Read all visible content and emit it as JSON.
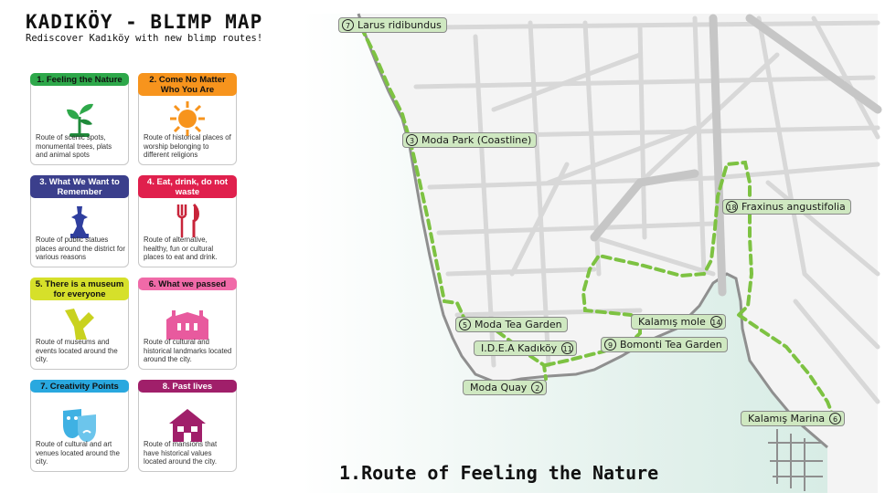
{
  "header": {
    "title": "KADIKÖY - BLIMP MAP",
    "subtitle": "Rediscover Kadıköy with new blimp routes!"
  },
  "routes": [
    {
      "title": "1. Feeling the Nature",
      "desc": "Route of scenic spots, monumental trees, plats and animal spots",
      "color": "#2ea84a",
      "text_color": "#111111",
      "icon": "sprout-icon"
    },
    {
      "title": "2. Come No Matter Who You Are",
      "desc": "Route of historical places of worship belonging to different religions",
      "color": "#f7941d",
      "text_color": "#111111",
      "icon": "sun-icon"
    },
    {
      "title": "3. What We Want to Remember",
      "desc": "Route of public statues places around the district for various reasons",
      "color": "#3b3f8c",
      "text_color": "#ffffff",
      "icon": "statue-icon"
    },
    {
      "title": "4. Eat, drink, do not waste",
      "desc": "Route of alternative, healthy, fun or cultural places to eat and drink.",
      "color": "#e0204d",
      "text_color": "#ffffff",
      "icon": "fork-knife-icon"
    },
    {
      "title": "5. There is a museum for everyone",
      "desc": "Route of museums and events located around the city.",
      "color": "#d6e02a",
      "text_color": "#111111",
      "icon": "museum-sculpture-icon"
    },
    {
      "title": "6. What we passed",
      "desc": "Route of cultural and historical landmarks located around the city.",
      "color": "#f06aa8",
      "text_color": "#111111",
      "icon": "landmark-building-icon"
    },
    {
      "title": "7. Creativity Points",
      "desc": "Route of cultural and art venues located around the city.",
      "color": "#29a8df",
      "text_color": "#111111",
      "icon": "theater-masks-icon"
    },
    {
      "title": "8. Past lives",
      "desc": "Route of mansions that have historical values located around the city.",
      "color": "#a01f6a",
      "text_color": "#ffffff",
      "icon": "mansion-house-icon"
    }
  ],
  "map": {
    "route_color": "#7dc242",
    "places": [
      {
        "num": "7",
        "name": "Larus ridibundus"
      },
      {
        "num": "3",
        "name": "Moda Park (Coastline)"
      },
      {
        "num": "18",
        "name": "Fraxinus angustifolia"
      },
      {
        "num": "5",
        "name": "Moda Tea Garden"
      },
      {
        "num": "14",
        "name": "Kalamış mole"
      },
      {
        "num": "11",
        "name": "I.D.E.A Kadıköy"
      },
      {
        "num": "9",
        "name": "Bomonti Tea Garden"
      },
      {
        "num": "2",
        "name": "Moda Quay"
      },
      {
        "num": "6",
        "name": "Kalamış Marina"
      }
    ],
    "route_title": "1.Route of Feeling the Nature"
  }
}
